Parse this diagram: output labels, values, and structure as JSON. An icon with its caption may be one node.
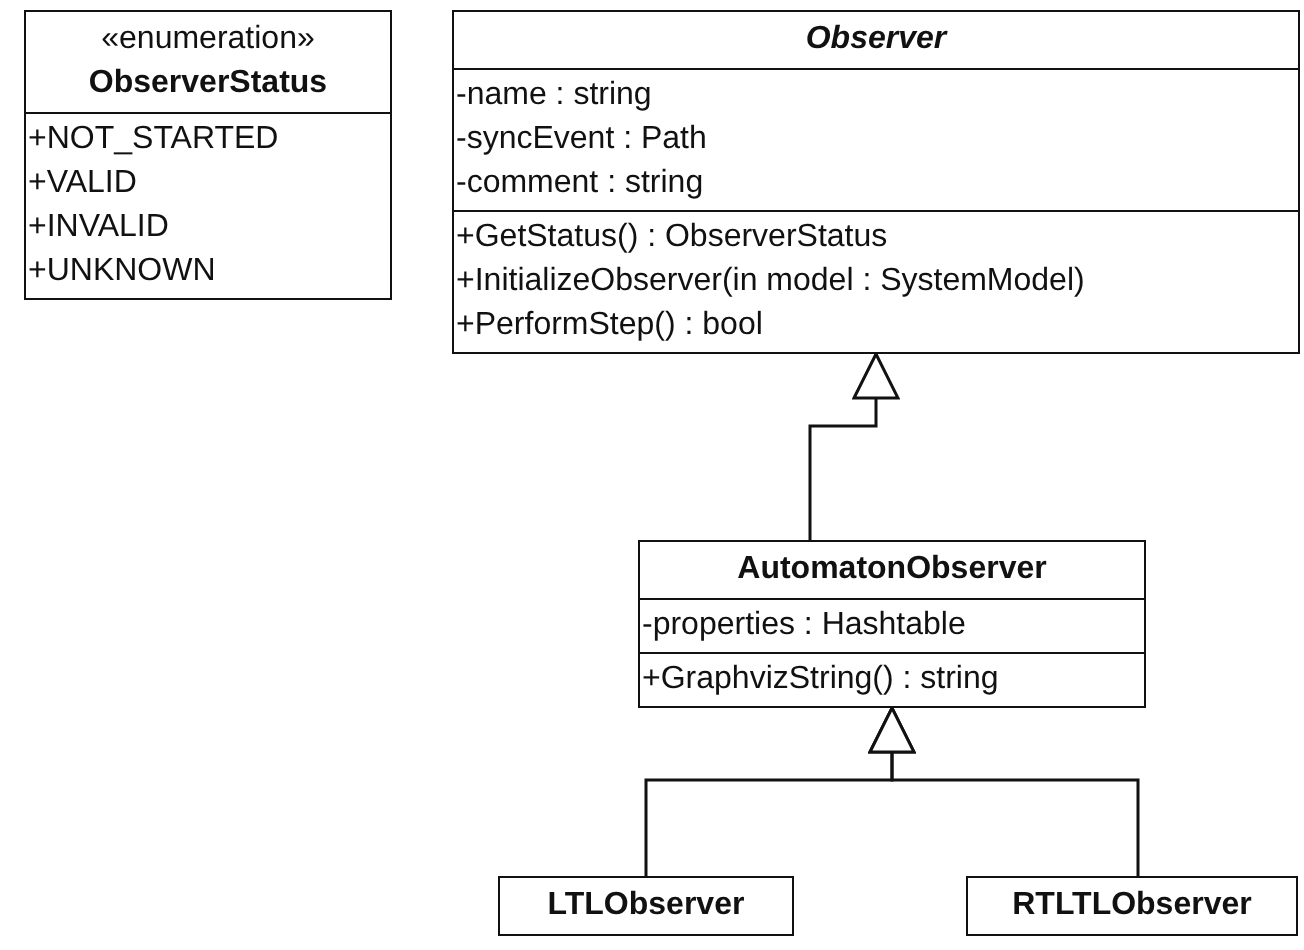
{
  "diagram": {
    "nodes": [
      {
        "text": [
          "«enumeration»",
          "ObserverStatus",
          "+NOT_STARTED",
          "+VALID",
          "+INVALID",
          "+UNKNOWN"
        ]
      },
      {
        "text": [
          "Observer",
          "-name : string",
          "-syncEvent : Path",
          "-comment : string",
          "+GetStatus() : ObserverStatus",
          "+InitializeObserver(in model : SystemModel)",
          "+PerformStep() : bool"
        ]
      },
      {
        "text": [
          "AutomatonObserver",
          "-properties : Hashtable",
          "+GraphvizString() : string"
        ]
      },
      {
        "text": [
          "LTLObserver"
        ]
      },
      {
        "text": [
          "RTLTLObserver"
        ]
      }
    ],
    "edges": [
      {
        "from": 2,
        "to": 1,
        "arrow": "to"
      },
      {
        "from": 3,
        "to": 2,
        "arrow": "to"
      },
      {
        "from": 4,
        "to": 2,
        "arrow": "to"
      }
    ]
  }
}
